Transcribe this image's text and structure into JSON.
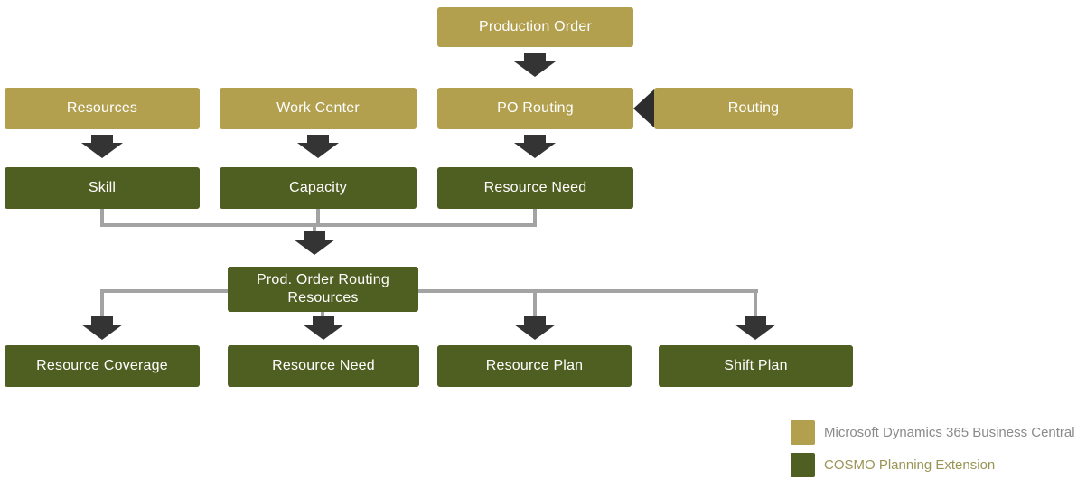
{
  "diagram": {
    "nodes": {
      "production_order": "Production Order",
      "resources": "Resources",
      "work_center": "Work Center",
      "po_routing": "PO Routing",
      "routing": "Routing",
      "skill": "Skill",
      "capacity": "Capacity",
      "resource_need": "Resource Need",
      "prod_order_routing_resources": "Prod. Order Routing Resources",
      "resource_coverage": "Resource Coverage",
      "resource_need_detail": "Resource Need",
      "resource_plan": "Resource Plan",
      "shift_plan": "Shift Plan"
    },
    "legend": {
      "items": [
        {
          "label": "Microsoft Dynamics 365 Business Central",
          "color": "#b2a04f"
        },
        {
          "label": "COSMO Planning Extension",
          "color": "#4f5e21"
        }
      ]
    },
    "colors": {
      "dynamics_gold": "#b2a04f",
      "cosmo_olive": "#4f5e21",
      "arrow": "#343434",
      "connector": "#a3a3a3"
    }
  }
}
